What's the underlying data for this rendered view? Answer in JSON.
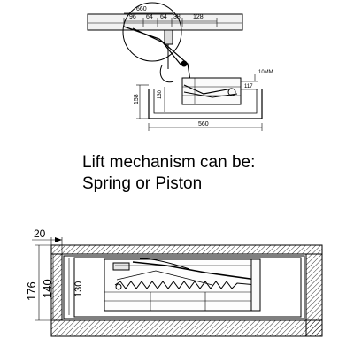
{
  "caption": {
    "line1": "Lift mechanism can be:",
    "line2": "Spring or Piston"
  },
  "top_drawing": {
    "dims": {
      "overall_top": "660",
      "seg_a": "96",
      "seg_b": "64",
      "seg_c": "64",
      "seg_d": "38",
      "seg_e": "128",
      "thickness": "10MM",
      "right_height": "117",
      "left_height": "158",
      "inner_height": "130",
      "bottom_width": "560"
    }
  },
  "bottom_drawing": {
    "dims": {
      "top_gap": "20",
      "outer_height": "176",
      "mid_height": "140",
      "inner_height": "130"
    }
  }
}
